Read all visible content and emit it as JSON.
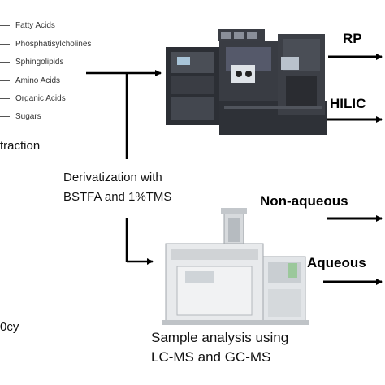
{
  "metabolite_list": [
    "Fatty Acids",
    "Phosphatisylcholines",
    "Sphingolipids",
    "Amino Acids",
    "Organic Acids",
    "Sugars"
  ],
  "extraction_label": "traction",
  "derivatization_label": {
    "line1": "Derivatization with",
    "line2": "BSTFA and  1%TMS"
  },
  "outputs": {
    "rp": "RP",
    "hilic": "HILIC",
    "non_aqueous": "Non-aqueous",
    "aqueous": "Aqueous"
  },
  "partial_bottom_label": "0cy",
  "caption": {
    "line1": "Sample analysis using",
    "line2": "LC-MS and GC-MS"
  }
}
